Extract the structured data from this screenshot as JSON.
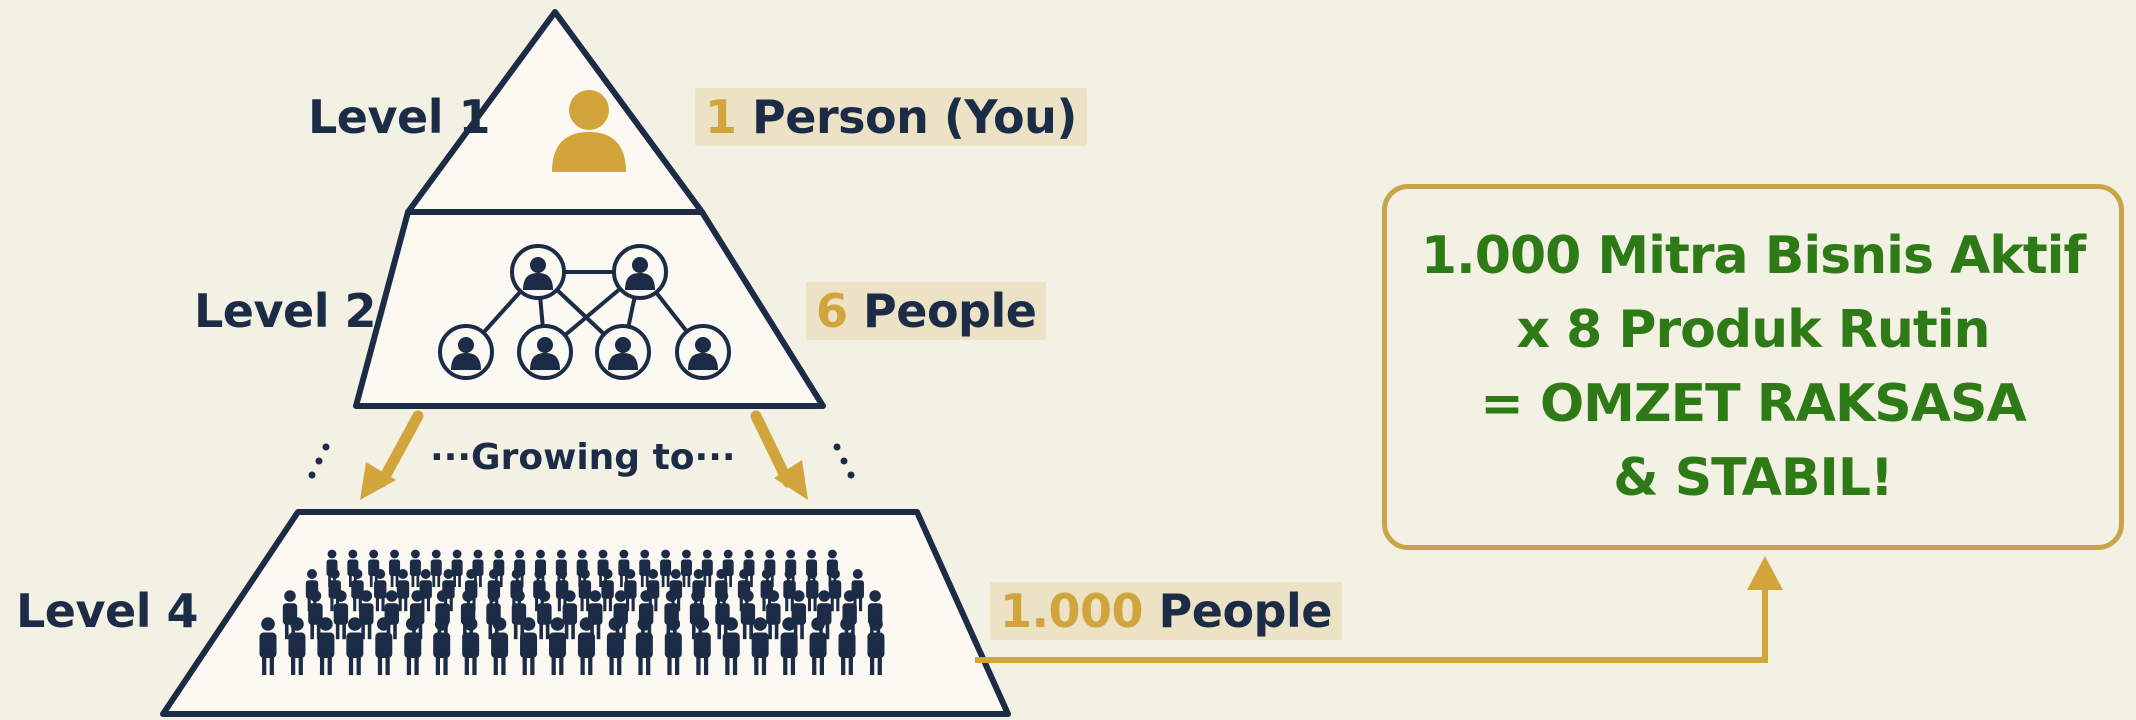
{
  "pyramid": {
    "levels": [
      {
        "label": "Level 1",
        "count_number": "1",
        "count_text": "Person (You)"
      },
      {
        "label": "Level 2",
        "count_number": "6",
        "count_text": "People"
      },
      {
        "label": "Level 4",
        "count_number": "1.000",
        "count_text": "People"
      }
    ],
    "growing_text": "···Growing to···"
  },
  "callout": {
    "lines": [
      "1.000 Mitra Bisnis Aktif",
      "x 8 Produk Rutin",
      "= OMZET RAKSASA",
      "& STABIL!"
    ]
  },
  "colors": {
    "background": "#f3f0e4",
    "navy": "#1c2b46",
    "gold": "#d1a53c",
    "gold_highlight": "#ece2c6",
    "green": "#2e7a16"
  },
  "icons": [
    "person-icon",
    "network-icon",
    "crowd-icon",
    "arrow-down-icon",
    "arrow-up-icon"
  ]
}
